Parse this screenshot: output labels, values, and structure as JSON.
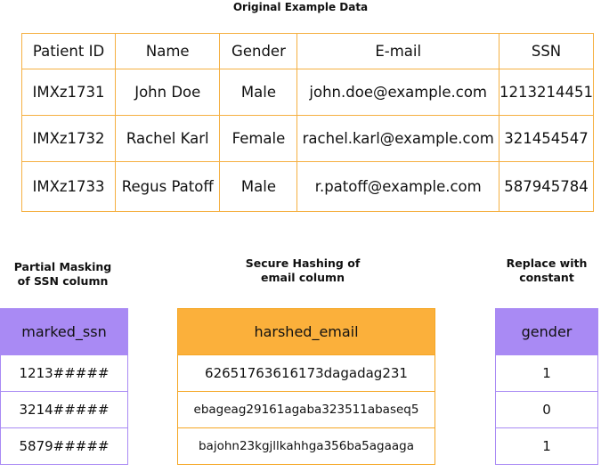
{
  "main_title": "Original Example Data",
  "original_table": {
    "headers": [
      "Patient ID",
      "Name",
      "Gender",
      "E-mail",
      "SSN"
    ],
    "rows": [
      [
        "IMXz1731",
        "John Doe",
        "Male",
        "john.doe@example.com",
        "1213214451"
      ],
      [
        "IMXz1732",
        "Rachel Karl",
        "Female",
        "rachel.karl@example.com",
        "321454547"
      ],
      [
        "IMXz1733",
        "Regus Patoff",
        "Male",
        "r.patoff@example.com",
        "587945784"
      ]
    ]
  },
  "partial_masking": {
    "caption_line1": "Partial Masking",
    "caption_line2": "of SSN column",
    "header": "marked_ssn",
    "values": [
      "1213#####",
      "3214#####",
      "5879#####"
    ]
  },
  "secure_hashing": {
    "caption_line1": "Secure Hashing of",
    "caption_line2": "email column",
    "header": "harshed_email",
    "values": [
      "62651763616173dagadag231",
      "ebageag29161agaba323511abaseq5",
      "bajohn23kgjllkahhga356ba5agaaga"
    ]
  },
  "replace_constant": {
    "caption_line1": "Replace with",
    "caption_line2": "constant",
    "header": "gender",
    "values": [
      "1",
      "0",
      "1"
    ]
  },
  "colors": {
    "original_border": "#f5b042",
    "purple": "#a98af4",
    "orange": "#fbb03b"
  }
}
